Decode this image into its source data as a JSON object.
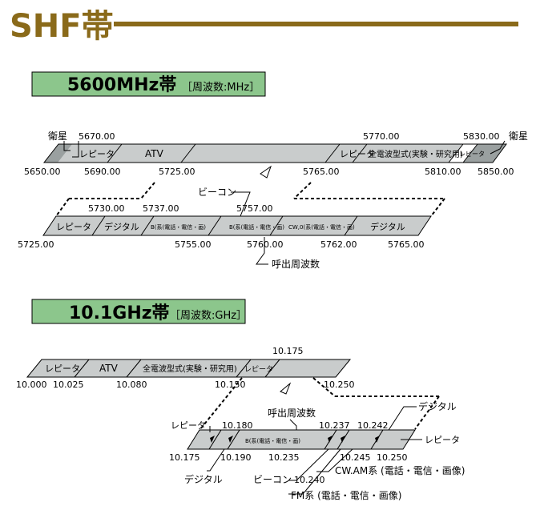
{
  "page": {
    "title": "SHF帯",
    "title_color": "#8a6a1a",
    "accent": "#8a6a1a"
  },
  "section1": {
    "heading": "5600MHz帯",
    "unit": "［周波数:MHz］",
    "heading_bg": "#8cc68c",
    "band_fill": "#c9cccc",
    "top_band": {
      "segments": [
        "レピータ",
        "ATV",
        "",
        "レピータ",
        "全電波型式(実験・研究用)",
        "レピータ"
      ],
      "bottom_labels": [
        "5650.00",
        "5690.00",
        "5725.00",
        "5765.00",
        "5810.00",
        "5850.00"
      ],
      "top_labels": [
        "5670.00",
        "5770.00",
        "5830.00"
      ],
      "callouts": [
        "衛星",
        "衛星"
      ]
    },
    "bottom_band": {
      "segments": [
        "レピータ",
        "デジタル",
        "B(系(電話・電信・画)",
        "B(系(電話・電信・画)",
        "CW,0(系(電話・電信・画)",
        "デジタル"
      ],
      "top_labels": [
        "5730.00",
        "5737.00",
        "5757.00"
      ],
      "bottom_labels": [
        "5725.00",
        "5755.00",
        "5760.00",
        "5762.00",
        "5765.00"
      ],
      "callout_beacon": "ビーコン",
      "callout_calling": "呼出周波数"
    }
  },
  "section2": {
    "heading": "10.1GHz帯",
    "unit": "［周波数:GHz］",
    "top_band": {
      "segments": [
        "レピータ",
        "ATV",
        "全電波型式(実験・研究用)",
        "レピータ"
      ],
      "bottom_labels": [
        "10.000",
        "10.025",
        "10.080",
        "10.150",
        "10.250"
      ],
      "top_label": "10.175"
    },
    "bottom_band": {
      "segment_center": "B(系(電話・電信・画)",
      "top_labels": [
        "10.180",
        "10.237",
        "10.242"
      ],
      "bottom_labels": [
        "10.175",
        "10.190",
        "10.235",
        "10.245",
        "10.250"
      ],
      "label_10240": "10.240",
      "callouts": {
        "repeater_left": "レピータ",
        "digital_top": "デジタル",
        "calling": "呼出周波数",
        "repeater_right": "レピータ",
        "digital_bottom": "デジタル",
        "beacon": "ビーコン",
        "cw_am": "CW.AM系 (電話・電信・画像)",
        "fm": "FM系 (電話・電信・画像)"
      }
    }
  }
}
